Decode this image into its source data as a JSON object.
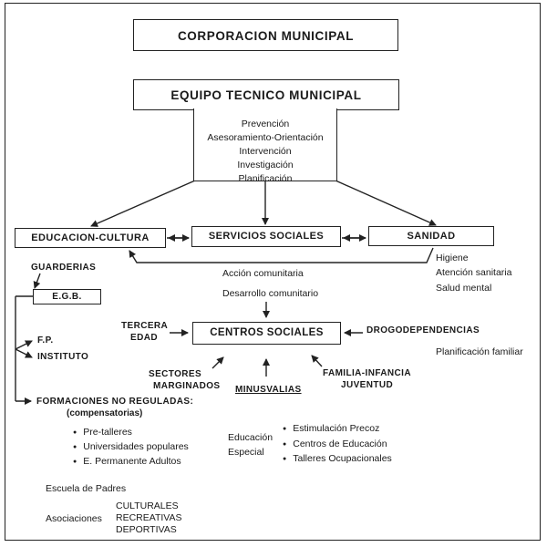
{
  "corporacion": "CORPORACION MUNICIPAL",
  "equipo": "EQUIPO TECNICO MUNICIPAL",
  "functions": [
    "Prevención",
    "Asesoramiento-Orientación",
    "Intervención",
    "Investigación",
    "Planificación"
  ],
  "areas": {
    "educacion": "EDUCACION-CULTURA",
    "servicios": "SERVICIOS SOCIALES",
    "sanidad": "SANIDAD"
  },
  "sanidad_items": [
    "Higiene",
    "Atención sanitaria",
    "Salud mental"
  ],
  "servicios_items": [
    "Acción comunitaria",
    "Desarrollo comunitario"
  ],
  "guarderias": "GUARDERIAS",
  "egb": "E.G.B.",
  "fp": "F.P.",
  "instituto": "INSTITUTO",
  "formaciones": "FORMACIONES NO REGULADAS:",
  "compensatorias": "(compensatorias)",
  "formaciones_items": [
    "Pre-talleres",
    "Universidades populares",
    "E. Permanente Adultos"
  ],
  "centros": "CENTROS SOCIALES",
  "tercera_edad": [
    "TERCERA",
    "EDAD"
  ],
  "drogodependencias": "DROGODEPENDENCIAS",
  "planificacion_familiar": "Planificación familiar",
  "sectores": [
    "SECTORES",
    "MARGINADOS"
  ],
  "minusvalias": "MINUSVALIAS",
  "familia": [
    "FAMILIA-INFANCIA",
    "JUVENTUD"
  ],
  "educacion_especial": [
    "Educación",
    "Especial"
  ],
  "especial_items": [
    "Estimulación Precoz",
    "Centros de Educación",
    "Talleres Ocupacionales"
  ],
  "escuela": "Escuela de Padres",
  "asociaciones": "Asociaciones",
  "asociaciones_items": [
    "CULTURALES",
    "RECREATIVAS",
    "DEPORTIVAS"
  ],
  "colors": {
    "ink": "#1a1a1a",
    "paper": "#ffffff"
  }
}
